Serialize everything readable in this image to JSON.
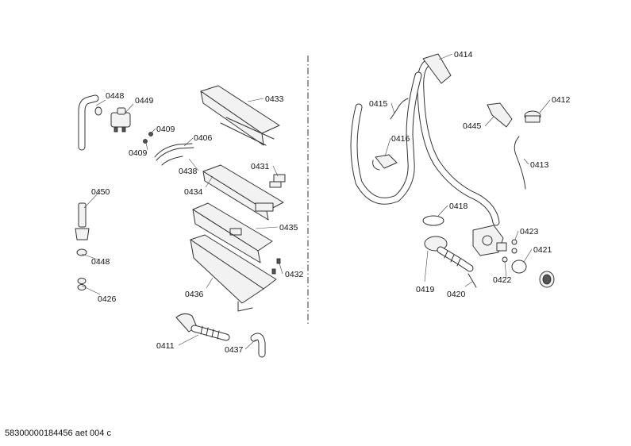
{
  "labels": {
    "p0448a": "0448",
    "p0449": "0449",
    "p0409a": "0409",
    "p0409b": "0409",
    "p0406": "0406",
    "p0433": "0433",
    "p0438": "0438",
    "p0431": "0431",
    "p0434": "0434",
    "p0450": "0450",
    "p0435": "0435",
    "p0448b": "0448",
    "p0432": "0432",
    "p0426": "0426",
    "p0436": "0436",
    "p0411": "0411",
    "p0437": "0437",
    "p0414": "0414",
    "p0415": "0415",
    "p0416": "0416",
    "p0445": "0445",
    "p0412": "0412",
    "p0413": "0413",
    "p0418": "0418",
    "p0423": "0423",
    "p0421": "0421",
    "p0419": "0419",
    "p0420": "0420",
    "p0422": "0422"
  },
  "document_code": "58300000184456 aet 004 c"
}
